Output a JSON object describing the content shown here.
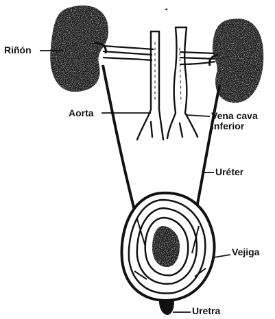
{
  "labels": {
    "kidney": "Riñón",
    "aorta": "Aorta",
    "vena_cava_line1": "Vena cava",
    "vena_cava_line2": "inferior",
    "ureter": "Uréter",
    "bladder": "Vejiga",
    "urethra": "Uretra"
  },
  "colors": {
    "ink": "#111111",
    "background": "#ffffff"
  }
}
